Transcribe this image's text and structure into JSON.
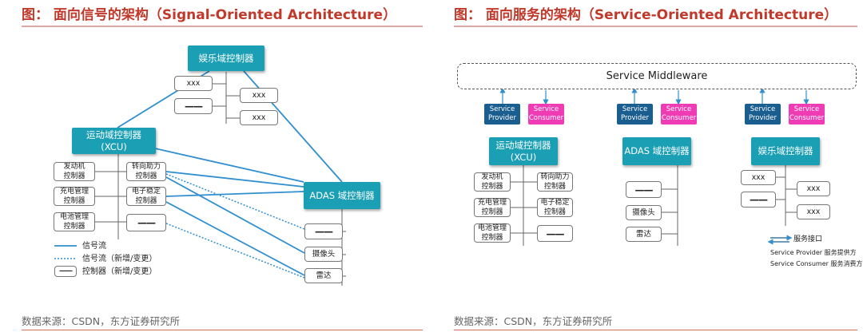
{
  "left": {
    "title": "图： 面向信号的架构（Signal-Oriented Architecture）",
    "infotainment": "娱乐域控制器",
    "xcu_line1": "运动域控制器",
    "xcu_line2": "(XCU)",
    "adas": "ADAS 域控制器",
    "xxx": "xxx",
    "dash": "——",
    "engine": "发动机\n控制器",
    "steering": "转向助力\n控制器",
    "charging": "充电管理\n控制器",
    "stability": "电子稳定\n控制器",
    "battery": "电池管理\n控制器",
    "camera": "摄像头",
    "radar": "雷达",
    "legend_signal": "信号流",
    "legend_signal_new": "信号流（新增/变更）",
    "legend_controller_new": "控制器（新增/变更）",
    "source": "数据来源：CSDN，东方证券研究所"
  },
  "right": {
    "title": "图： 面向服务的架构（Service-Oriented Architecture）",
    "middleware": "Service Middleware",
    "provider_l1": "Service",
    "provider_l2": "Provider",
    "consumer_l1": "Service",
    "consumer_l2": "Consumer",
    "xcu_line1": "运动域控制器",
    "xcu_line2": "(XCU)",
    "adas": "ADAS 域控制器",
    "infotainment": "娱乐域控制器",
    "xxx": "xxx",
    "dash": "——",
    "engine": "发动机\n控制器",
    "steering": "转向助力\n控制器",
    "charging": "充电管理\n控制器",
    "stability": "电子稳定\n控制器",
    "battery": "电池管理\n控制器",
    "camera": "摄像头",
    "radar": "雷达",
    "legend_interface": "服务接口",
    "legend_provider": "Service Provider  服务提供方",
    "legend_consumer": "Service Consumer 服务消费方",
    "source": "数据来源：CSDN，东方证券研究所"
  },
  "colors": {
    "title_red": "#c0392b",
    "ecu_teal": "#1a9fb4",
    "provider_blue": "#1a5d8f",
    "consumer_pink": "#f03cb4",
    "signal_line": "#2f8fcf"
  }
}
